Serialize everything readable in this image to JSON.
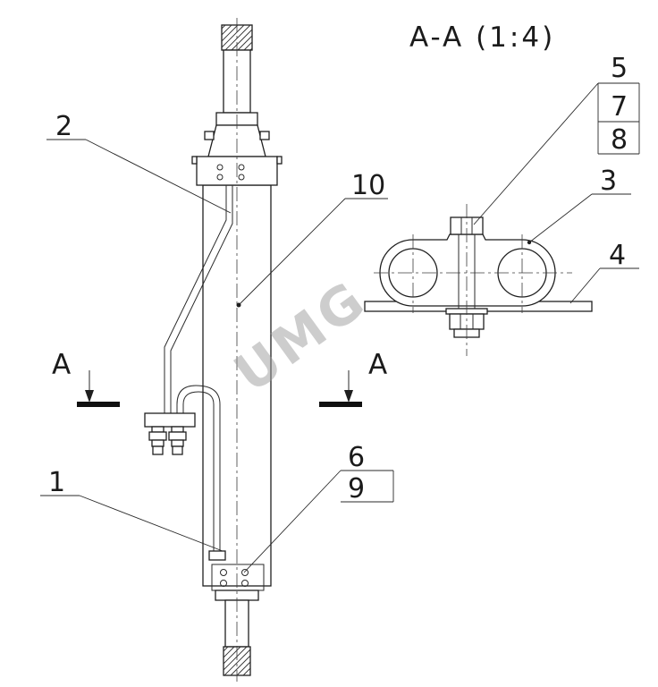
{
  "section_view": {
    "title": "A-A (1:4)"
  },
  "watermark": "UMG",
  "section_markers": {
    "left": "A",
    "right": "A"
  },
  "callouts": {
    "c1": "1",
    "c2": "2",
    "c3": "3",
    "c4": "4",
    "c5": "5",
    "c6": "6",
    "c7": "7",
    "c8": "8",
    "c9": "9",
    "c10": "10"
  }
}
